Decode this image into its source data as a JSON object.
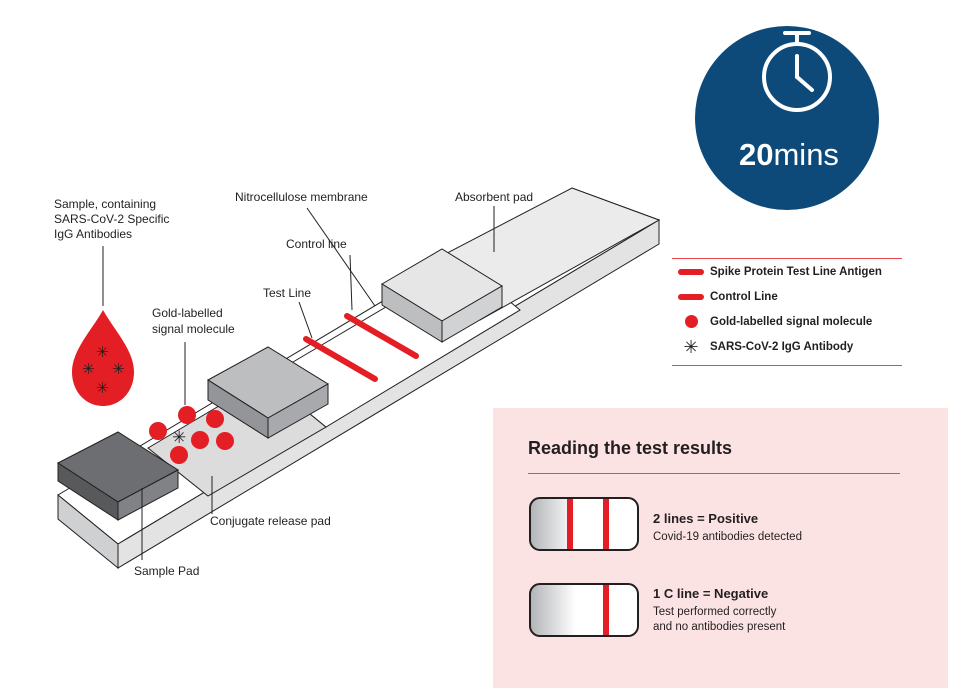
{
  "timer": {
    "number": "20",
    "unit": "mins"
  },
  "labels": {
    "sample": [
      "Sample, containing",
      "SARS-CoV-2 Specific",
      "IgG Antibodies"
    ],
    "gold": [
      "Gold-labelled",
      "signal molecule"
    ],
    "nitrocellulose": "Nitrocellulose membrane",
    "absorbent": "Absorbent pad",
    "control": "Control line",
    "test": "Test Line",
    "conjugate": "Conjugate release pad",
    "sample_pad": "Sample Pad"
  },
  "legend": {
    "items": [
      {
        "symbol": "line",
        "label": "Spike Protein Test Line Antigen"
      },
      {
        "symbol": "line",
        "label": "Control Line"
      },
      {
        "symbol": "dot",
        "label": "Gold-labelled signal molecule"
      },
      {
        "symbol": "asterisk",
        "label": "SARS-CoV-2 IgG Antibody"
      }
    ]
  },
  "results": {
    "title": "Reading the test results",
    "positive": {
      "heading": "2 lines = Positive",
      "lines": [
        "Covid-19 antibodies detected"
      ]
    },
    "negative": {
      "heading": "1 C line = Negative",
      "lines": [
        "Test performed correctly",
        "and no antibodies present"
      ]
    }
  },
  "colors": {
    "accent_red": "#e31e24",
    "timer_blue": "#0d4a7a",
    "panel_pink": "#fbe3e3",
    "rule_red": "#e8484b"
  },
  "icons": [
    "stopwatch-icon",
    "blood-drop-icon",
    "asterisk-icon"
  ]
}
